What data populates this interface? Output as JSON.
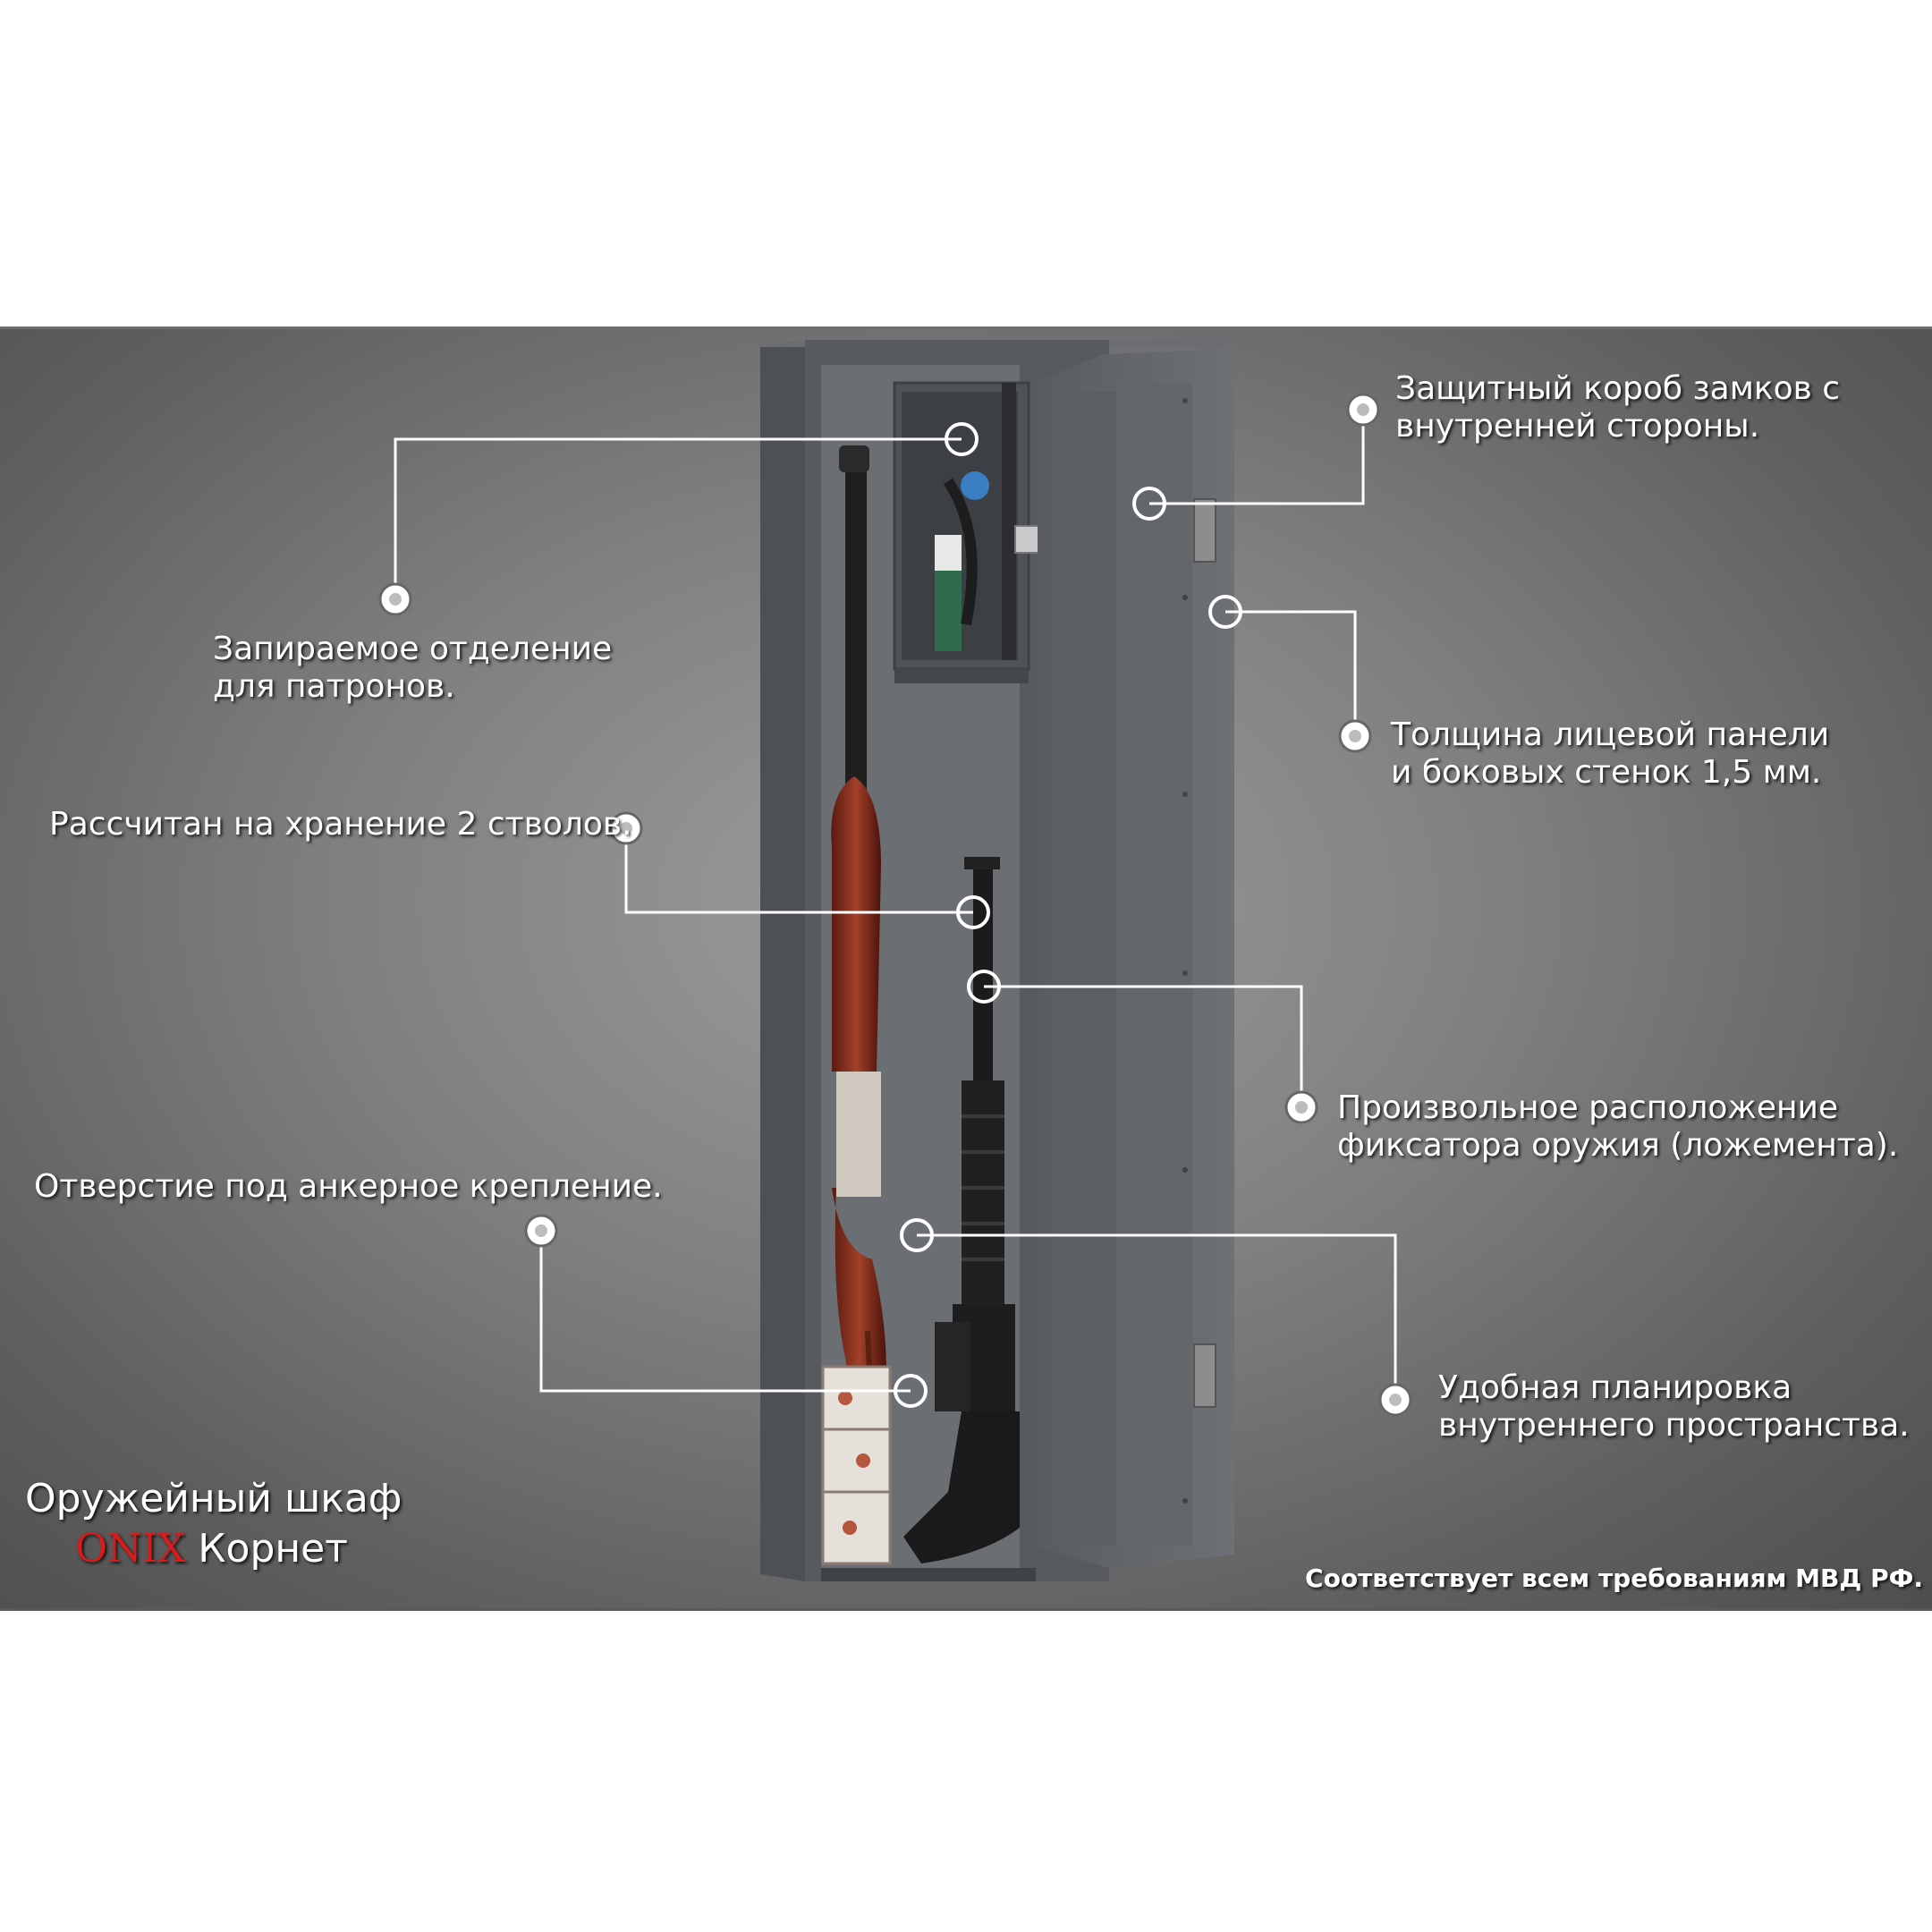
{
  "callouts": {
    "ammo_compartment": [
      "Запираемое отделение",
      "для патронов."
    ],
    "capacity": "Рассчитан на хранение 2 стволов.",
    "anchor_hole": "Отверстие под анкерное крепление.",
    "lock_box": [
      "Защитный короб  замков с",
      "внутренней стороны."
    ],
    "panel_thickness": [
      "Толщина лицевой панели",
      "и боковых стенок 1,5 мм."
    ],
    "weapon_holder": [
      "Произвольное расположение",
      "фиксатора оружия (ложемента)."
    ],
    "interior_layout": [
      "Удобная планировка",
      "внутреннего пространства."
    ]
  },
  "product": {
    "type_label": "Оружейный шкаф",
    "brand": "ONIX",
    "model": "Корнет"
  },
  "compliance": "Соответствует всем требованиям МВД РФ.",
  "colors": {
    "brand_red": "#d81b1b",
    "cabinet_gray": "#5a5e63",
    "callout_line": "#ffffff"
  }
}
